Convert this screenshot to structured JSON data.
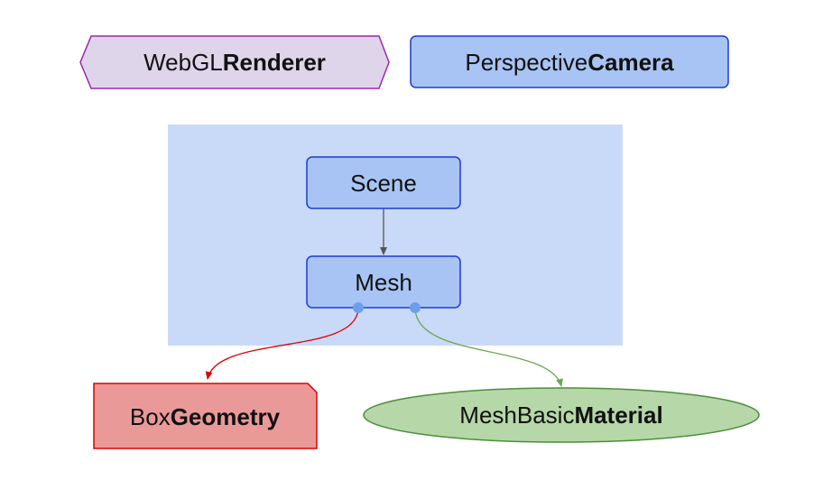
{
  "nodes": {
    "renderer": {
      "prefix": "WebGL",
      "bold": "Renderer",
      "fill": "#ded5ea",
      "stroke": "#9c27b0"
    },
    "camera": {
      "prefix": "Perspective",
      "bold": "Camera",
      "fill": "#a8c4f4",
      "stroke": "#1a3bd6"
    },
    "scene": {
      "label": "Scene",
      "fill": "#a8c4f4",
      "stroke": "#1a3bd6"
    },
    "mesh": {
      "label": "Mesh",
      "fill": "#a8c4f4",
      "stroke": "#1a3bd6"
    },
    "geometry": {
      "prefix": "Box",
      "bold": "Geometry",
      "fill": "#ea9999",
      "stroke": "#e00000"
    },
    "material": {
      "prefix": "MeshBasic",
      "bold": "Material",
      "fill": "#b6d7a8",
      "stroke": "#4a8f3a"
    }
  },
  "group": {
    "fill": "#c9daf8"
  },
  "edges": {
    "scene_to_mesh": {
      "color": "#555555"
    },
    "mesh_to_geometry": {
      "color": "#e00000"
    },
    "mesh_to_material": {
      "color": "#6aa84f"
    }
  },
  "ports": {
    "color": "#6d9eeb"
  }
}
